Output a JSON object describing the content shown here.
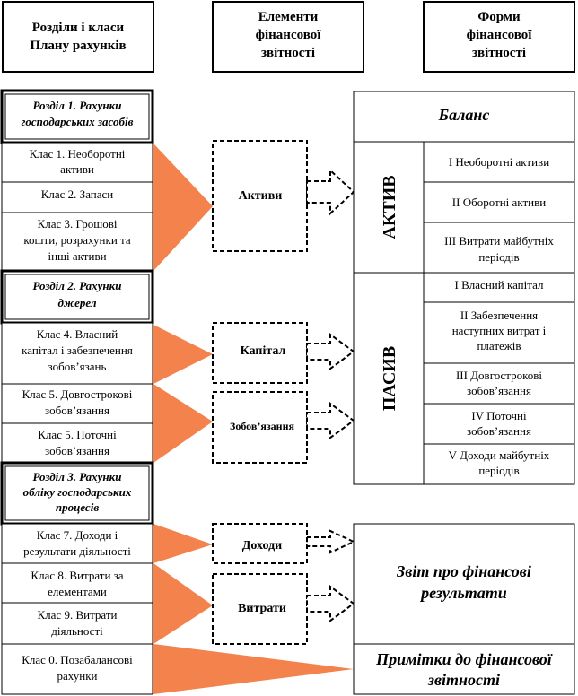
{
  "headers": {
    "col1": [
      "Розділи і класи",
      "Плану рахунків"
    ],
    "col2": [
      "Елементи",
      "фінансової",
      "звітності"
    ],
    "col3": [
      "Форми",
      "фінансової",
      "звітності"
    ]
  },
  "sections": [
    {
      "id": "s1",
      "lines": [
        "Розділ 1. Рахунки",
        "господарських засобів"
      ]
    },
    {
      "id": "s2",
      "lines": [
        "Розділ 2. Рахунки",
        "джерел"
      ]
    },
    {
      "id": "s3",
      "lines": [
        "Розділ 3. Рахунки",
        "обліку господарських",
        "процесів"
      ]
    }
  ],
  "classes": [
    {
      "id": "c1",
      "lines": [
        "Клас 1. Необоротні",
        "активи"
      ]
    },
    {
      "id": "c2",
      "lines": [
        "Клас 2. Запаси"
      ]
    },
    {
      "id": "c3",
      "lines": [
        "Клас 3. Грошові",
        "кошти, розрахунки та",
        "інші активи"
      ]
    },
    {
      "id": "c4",
      "lines": [
        "Клас 4. Власний",
        "капітал і забезпечення",
        "зобов’язань"
      ]
    },
    {
      "id": "c5a",
      "lines": [
        "Клас 5. Довгострокові",
        "зобов’язання"
      ]
    },
    {
      "id": "c5b",
      "lines": [
        "Клас 5. Поточні",
        "зобов’язання"
      ]
    },
    {
      "id": "c7",
      "lines": [
        "Клас 7. Доходи і",
        "результати діяльності"
      ]
    },
    {
      "id": "c8",
      "lines": [
        "Клас 8. Витрати за",
        "елементами"
      ]
    },
    {
      "id": "c9",
      "lines": [
        "Клас 9. Витрати",
        "діяльності"
      ]
    },
    {
      "id": "c0",
      "lines": [
        "Клас 0. Позабалансові",
        "рахунки"
      ]
    }
  ],
  "elements": [
    {
      "id": "e1",
      "label": "Активи"
    },
    {
      "id": "e2",
      "label": "Капітал"
    },
    {
      "id": "e3",
      "label": "Зобов’язання"
    },
    {
      "id": "e4",
      "label": "Доходи"
    },
    {
      "id": "e5",
      "label": "Витрати"
    }
  ],
  "balance": {
    "title": "Баланс",
    "aktiv": {
      "label": "АКТИВ",
      "items": [
        [
          "I Необоротні активи"
        ],
        [
          "II Оборотні активи"
        ],
        [
          "III Витрати майбутніх",
          "періодів"
        ]
      ]
    },
    "pasiv": {
      "label": "ПАСИВ",
      "items": [
        [
          "I Власний капітал"
        ],
        [
          "II Забезпечення",
          "наступних витрат і",
          "платежів"
        ],
        [
          "III Довгострокові",
          "зобов’язання"
        ],
        [
          "IV Поточні",
          "зобов’язання"
        ],
        [
          "V Доходи майбутніх",
          "періодів"
        ]
      ]
    }
  },
  "report": [
    "Звіт про фінансові",
    "результати"
  ],
  "notes": [
    "Примітки до фінансової",
    "звітності"
  ],
  "colors": {
    "triangle": "#F4824C",
    "stroke": "#000000"
  }
}
